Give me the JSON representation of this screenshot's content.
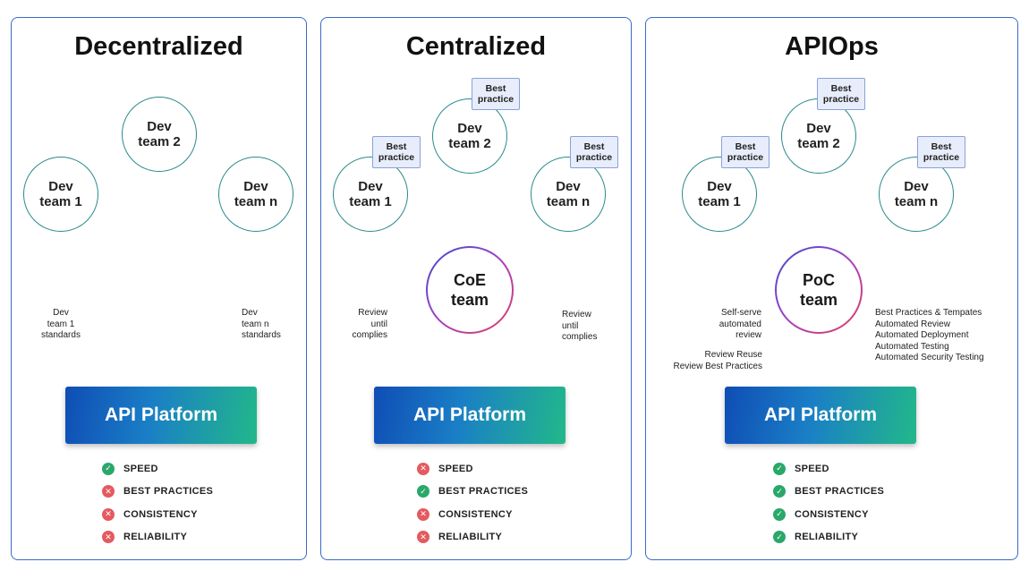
{
  "colors": {
    "panel_border": "#3a6bc9",
    "circle_border": "#2a8a8a",
    "arrow": "#1f4fc2",
    "good": "#2aa86a",
    "bad": "#e45a5f"
  },
  "icons": {
    "good": "check-circle-icon",
    "bad": "x-circle-icon"
  },
  "decentralized": {
    "title": "Decentralized",
    "dev1": "Dev\nteam 1",
    "dev2": "Dev\nteam 2",
    "devn": "Dev\nteam n",
    "label_left": "Dev\nteam 1\nstandards",
    "label_right": "Dev\nteam n\nstandards",
    "platform": "API Platform",
    "statuses": [
      {
        "label": "SPEED",
        "state": "good"
      },
      {
        "label": "BEST PRACTICES",
        "state": "bad"
      },
      {
        "label": "CONSISTENCY",
        "state": "bad"
      },
      {
        "label": "RELIABILITY",
        "state": "bad"
      }
    ]
  },
  "centralized": {
    "title": "Centralized",
    "dev1": "Dev\nteam 1",
    "dev2": "Dev\nteam 2",
    "devn": "Dev\nteam n",
    "best_practice": "Best\npractice",
    "hub": "CoE\nteam",
    "label_left": "Review\nuntil\ncomplies",
    "label_right": "Review\nuntil\ncomplies",
    "platform": "API Platform",
    "statuses": [
      {
        "label": "SPEED",
        "state": "bad"
      },
      {
        "label": "BEST PRACTICES",
        "state": "good"
      },
      {
        "label": "CONSISTENCY",
        "state": "bad"
      },
      {
        "label": "RELIABILITY",
        "state": "bad"
      }
    ]
  },
  "apiops": {
    "title": "APIOps",
    "dev1": "Dev\nteam 1",
    "dev2": "Dev\nteam 2",
    "devn": "Dev\nteam n",
    "best_practice": "Best\npractice",
    "hub": "PoC\nteam",
    "label_left": "Self-serve\nautomated\nreview",
    "label_left2": "Review Reuse\nReview Best Practices",
    "label_right": "Best Practices & Tempates\nAutomated Review\nAutomated Deployment\nAutomated Testing\nAutomated Security Testing",
    "platform": "API Platform",
    "statuses": [
      {
        "label": "SPEED",
        "state": "good"
      },
      {
        "label": "BEST PRACTICES",
        "state": "good"
      },
      {
        "label": "CONSISTENCY",
        "state": "good"
      },
      {
        "label": "RELIABILITY",
        "state": "good"
      }
    ]
  }
}
